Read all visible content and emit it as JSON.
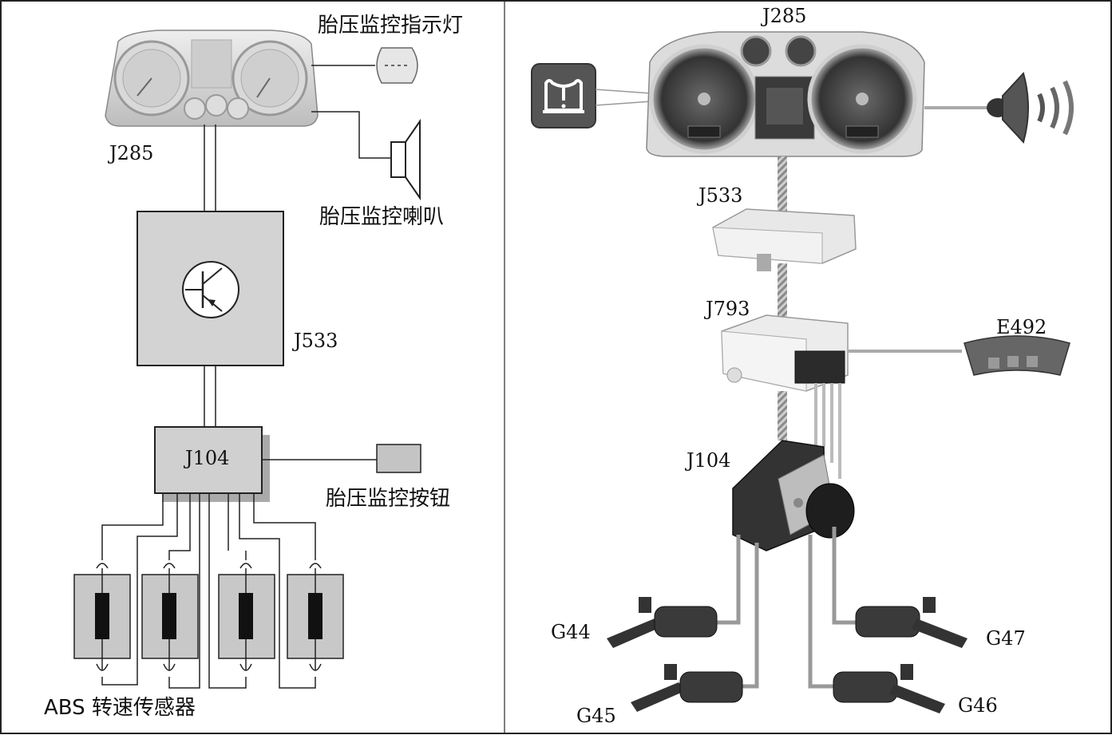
{
  "left": {
    "cluster": "J285",
    "indicator_lamp": "胎压监控指示灯",
    "horn": "胎压监控喇叭",
    "gateway": "J533",
    "abs_unit": "J104",
    "button": "胎压监控按钮",
    "sensors": "ABS 转速传感器"
  },
  "right": {
    "cluster": "J285",
    "gateway": "J533",
    "module": "J793",
    "switch": "E492",
    "abs_unit": "J104",
    "g44": "G44",
    "g45": "G45",
    "g46": "G46",
    "g47": "G47"
  }
}
